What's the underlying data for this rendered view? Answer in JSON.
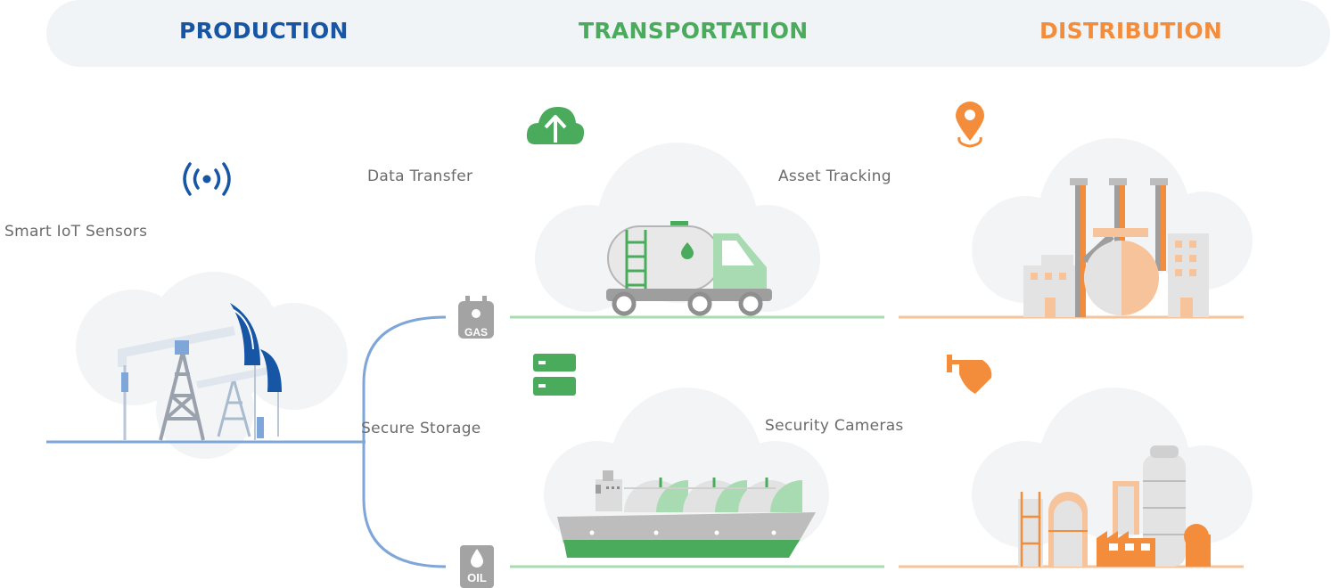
{
  "sections": {
    "production": {
      "title": "PRODUCTION",
      "color": "#1656a5"
    },
    "transportation": {
      "title": "TRANSPORTATION",
      "color": "#4aab5c"
    },
    "distribution": {
      "title": "DISTRIBUTION",
      "color": "#f38d3c"
    }
  },
  "labels": {
    "smart_iot_sensors": "Smart IoT Sensors",
    "data_transfer": "Data Transfer",
    "secure_storage": "Secure Storage",
    "asset_tracking": "Asset Tracking",
    "security_cameras": "Security Cameras"
  },
  "badges": {
    "gas": "GAS",
    "oil": "OIL"
  },
  "icons": {
    "sensor": "wireless-signal-icon",
    "upload": "cloud-upload-icon",
    "storage": "server-icon",
    "location": "location-pin-icon",
    "camera": "security-camera-icon"
  },
  "colors": {
    "blue": "#1656a5",
    "light_blue": "#7ea6d8",
    "green": "#4aab5c",
    "light_green": "#a9dbb2",
    "orange": "#f38d3c",
    "light_orange": "#f7c39b",
    "gray": "#9e9e9e"
  }
}
